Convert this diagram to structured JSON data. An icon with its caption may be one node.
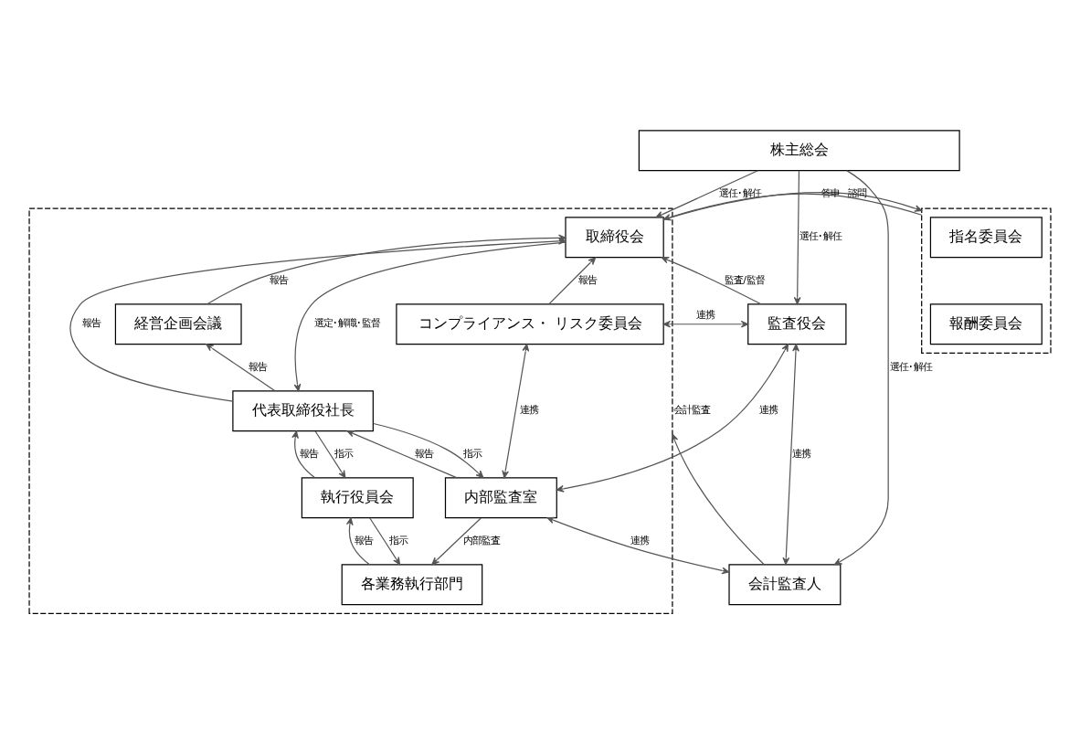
{
  "diagram": {
    "nodes": [
      {
        "text": [
          "株主総会"
        ]
      },
      {
        "text": [],
        "shape": "box"
      },
      {
        "text": [
          "取締役会"
        ],
        "in": 1
      },
      {
        "text": [],
        "shape": "box"
      },
      {
        "text": [
          "指名委員会"
        ],
        "in": 3
      },
      {
        "text": [
          "報酬委員会"
        ],
        "in": 3
      },
      {
        "text": [
          "経営企画会議"
        ],
        "in": 1
      },
      {
        "text": [
          "コンプライアンス・ リスク委員会"
        ],
        "in": 1
      },
      {
        "text": [
          "監査役会"
        ]
      },
      {
        "text": [
          "代表取締役社長"
        ],
        "in": 1
      },
      {
        "text": [
          "執行役員会"
        ],
        "in": 1
      },
      {
        "text": [
          "内部監査室"
        ],
        "in": 1
      },
      {
        "text": [
          "各業務執行部門"
        ],
        "in": 1
      },
      {
        "text": [
          "会計監査人"
        ]
      }
    ],
    "edges": [
      {
        "from": 0,
        "to": 2,
        "arrow": "to",
        "label": "選任･解任"
      },
      {
        "from": 8,
        "to": 2,
        "arrow": "to",
        "label": "監査/監督"
      },
      {
        "from": 0,
        "to": 8,
        "arrow": "to",
        "label": "選任･解任"
      },
      {
        "from": 0,
        "to": 13,
        "arrow": "to",
        "label": "選任･解任"
      },
      {
        "from": 2,
        "to": 3,
        "arrow": "to",
        "label": "諮問"
      },
      {
        "from": 3,
        "to": 2,
        "arrow": "to",
        "label": "答申"
      },
      {
        "from": 2,
        "to": 9,
        "arrow": "to",
        "label": "選定･解職･監督"
      },
      {
        "from": 6,
        "to": 2,
        "arrow": "to",
        "label": "報告"
      },
      {
        "from": 9,
        "to": 6,
        "arrow": "to",
        "label": "報告"
      },
      {
        "from": 9,
        "to": 2,
        "arrow": "to",
        "label": "報告"
      },
      {
        "from": 7,
        "to": 2,
        "arrow": "to",
        "label": "報告"
      },
      {
        "from": 7,
        "to": 8,
        "arrow": "both",
        "label": "連携"
      },
      {
        "from": 7,
        "to": 11,
        "arrow": "both",
        "label": "連携"
      },
      {
        "from": 9,
        "to": 10,
        "arrow": "to",
        "label": "指示"
      },
      {
        "from": 10,
        "to": 9,
        "arrow": "to",
        "label": "報告"
      },
      {
        "from": 10,
        "to": 12,
        "arrow": "to",
        "label": "指示"
      },
      {
        "from": 12,
        "to": 10,
        "arrow": "to",
        "label": "報告"
      },
      {
        "from": 9,
        "to": 11,
        "arrow": "to",
        "label": "指示"
      },
      {
        "from": 11,
        "to": 9,
        "arrow": "to",
        "label": "報告"
      },
      {
        "from": 11,
        "to": 12,
        "arrow": "to",
        "label": "内部監査"
      },
      {
        "from": 8,
        "to": 11,
        "arrow": "both",
        "label": "連携"
      },
      {
        "from": 11,
        "to": 13,
        "arrow": "both",
        "label": "連携"
      },
      {
        "from": 8,
        "to": 13,
        "arrow": "both",
        "label": "連携"
      },
      {
        "from": 13,
        "to": 1,
        "arrow": "to",
        "label": "会計監査"
      }
    ]
  }
}
